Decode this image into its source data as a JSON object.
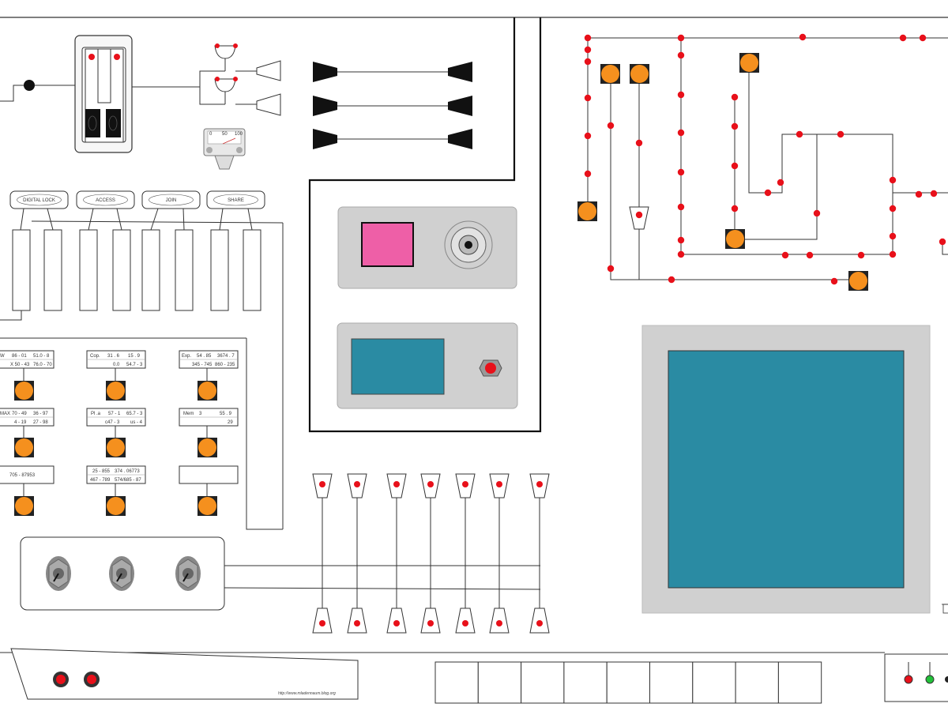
{
  "buttons": [
    {
      "label": "DIGITAL LOCK"
    },
    {
      "label": "ACCESS"
    },
    {
      "label": "JOIN"
    },
    {
      "label": "SHARE"
    }
  ],
  "gauge": {
    "ticks": [
      "0",
      "50",
      "100"
    ]
  },
  "data_cards": [
    {
      "r1": [
        "W",
        "86 - 01",
        "51.0 - 8"
      ],
      "r2": [
        "",
        "X 50 - 43",
        "76.0 - 70"
      ]
    },
    {
      "r1": [
        "Cop.",
        "31 . 6",
        "15 . 9"
      ],
      "r2": [
        "",
        "0.0",
        "54.7 - 3"
      ]
    },
    {
      "r1": [
        "Exp.",
        "54 . 85",
        "3674 . 7"
      ],
      "r2": [
        "",
        "345 - 745",
        "860 - 235"
      ]
    },
    {
      "r1": [
        "MAX",
        "70 - 49",
        "36 - 97"
      ],
      "r2": [
        "",
        "4 - 19",
        "27 - 98"
      ]
    },
    {
      "r1": [
        "Pl .a",
        "57 - 1",
        "65.7 - 3"
      ],
      "r2": [
        "",
        "c47 - 3",
        "us - 4"
      ]
    },
    {
      "r1": [
        "Mem",
        "3",
        "55 . 9"
      ],
      "r2": [
        "",
        "",
        "29"
      ]
    },
    {
      "r1": [
        "",
        "705 - 87953",
        ""
      ],
      "r2": [
        "",
        "",
        ""
      ]
    },
    {
      "r1": [
        "",
        "25 - 855",
        "374 . 06773"
      ],
      "r2": [
        "",
        "467 - 789",
        "574/685 - 87"
      ]
    },
    {
      "r1": [
        "",
        "",
        ""
      ],
      "r2": [
        "",
        "",
        ""
      ]
    }
  ],
  "footer": {
    "url": "http://www.mladennaum.blog.org"
  },
  "colors": {
    "orange": "#f5901e",
    "red": "#e8101a",
    "screen": "#2a8ba3",
    "pink": "#ee5fa7",
    "panel": "#d0d0d0",
    "green": "#22c23a"
  }
}
